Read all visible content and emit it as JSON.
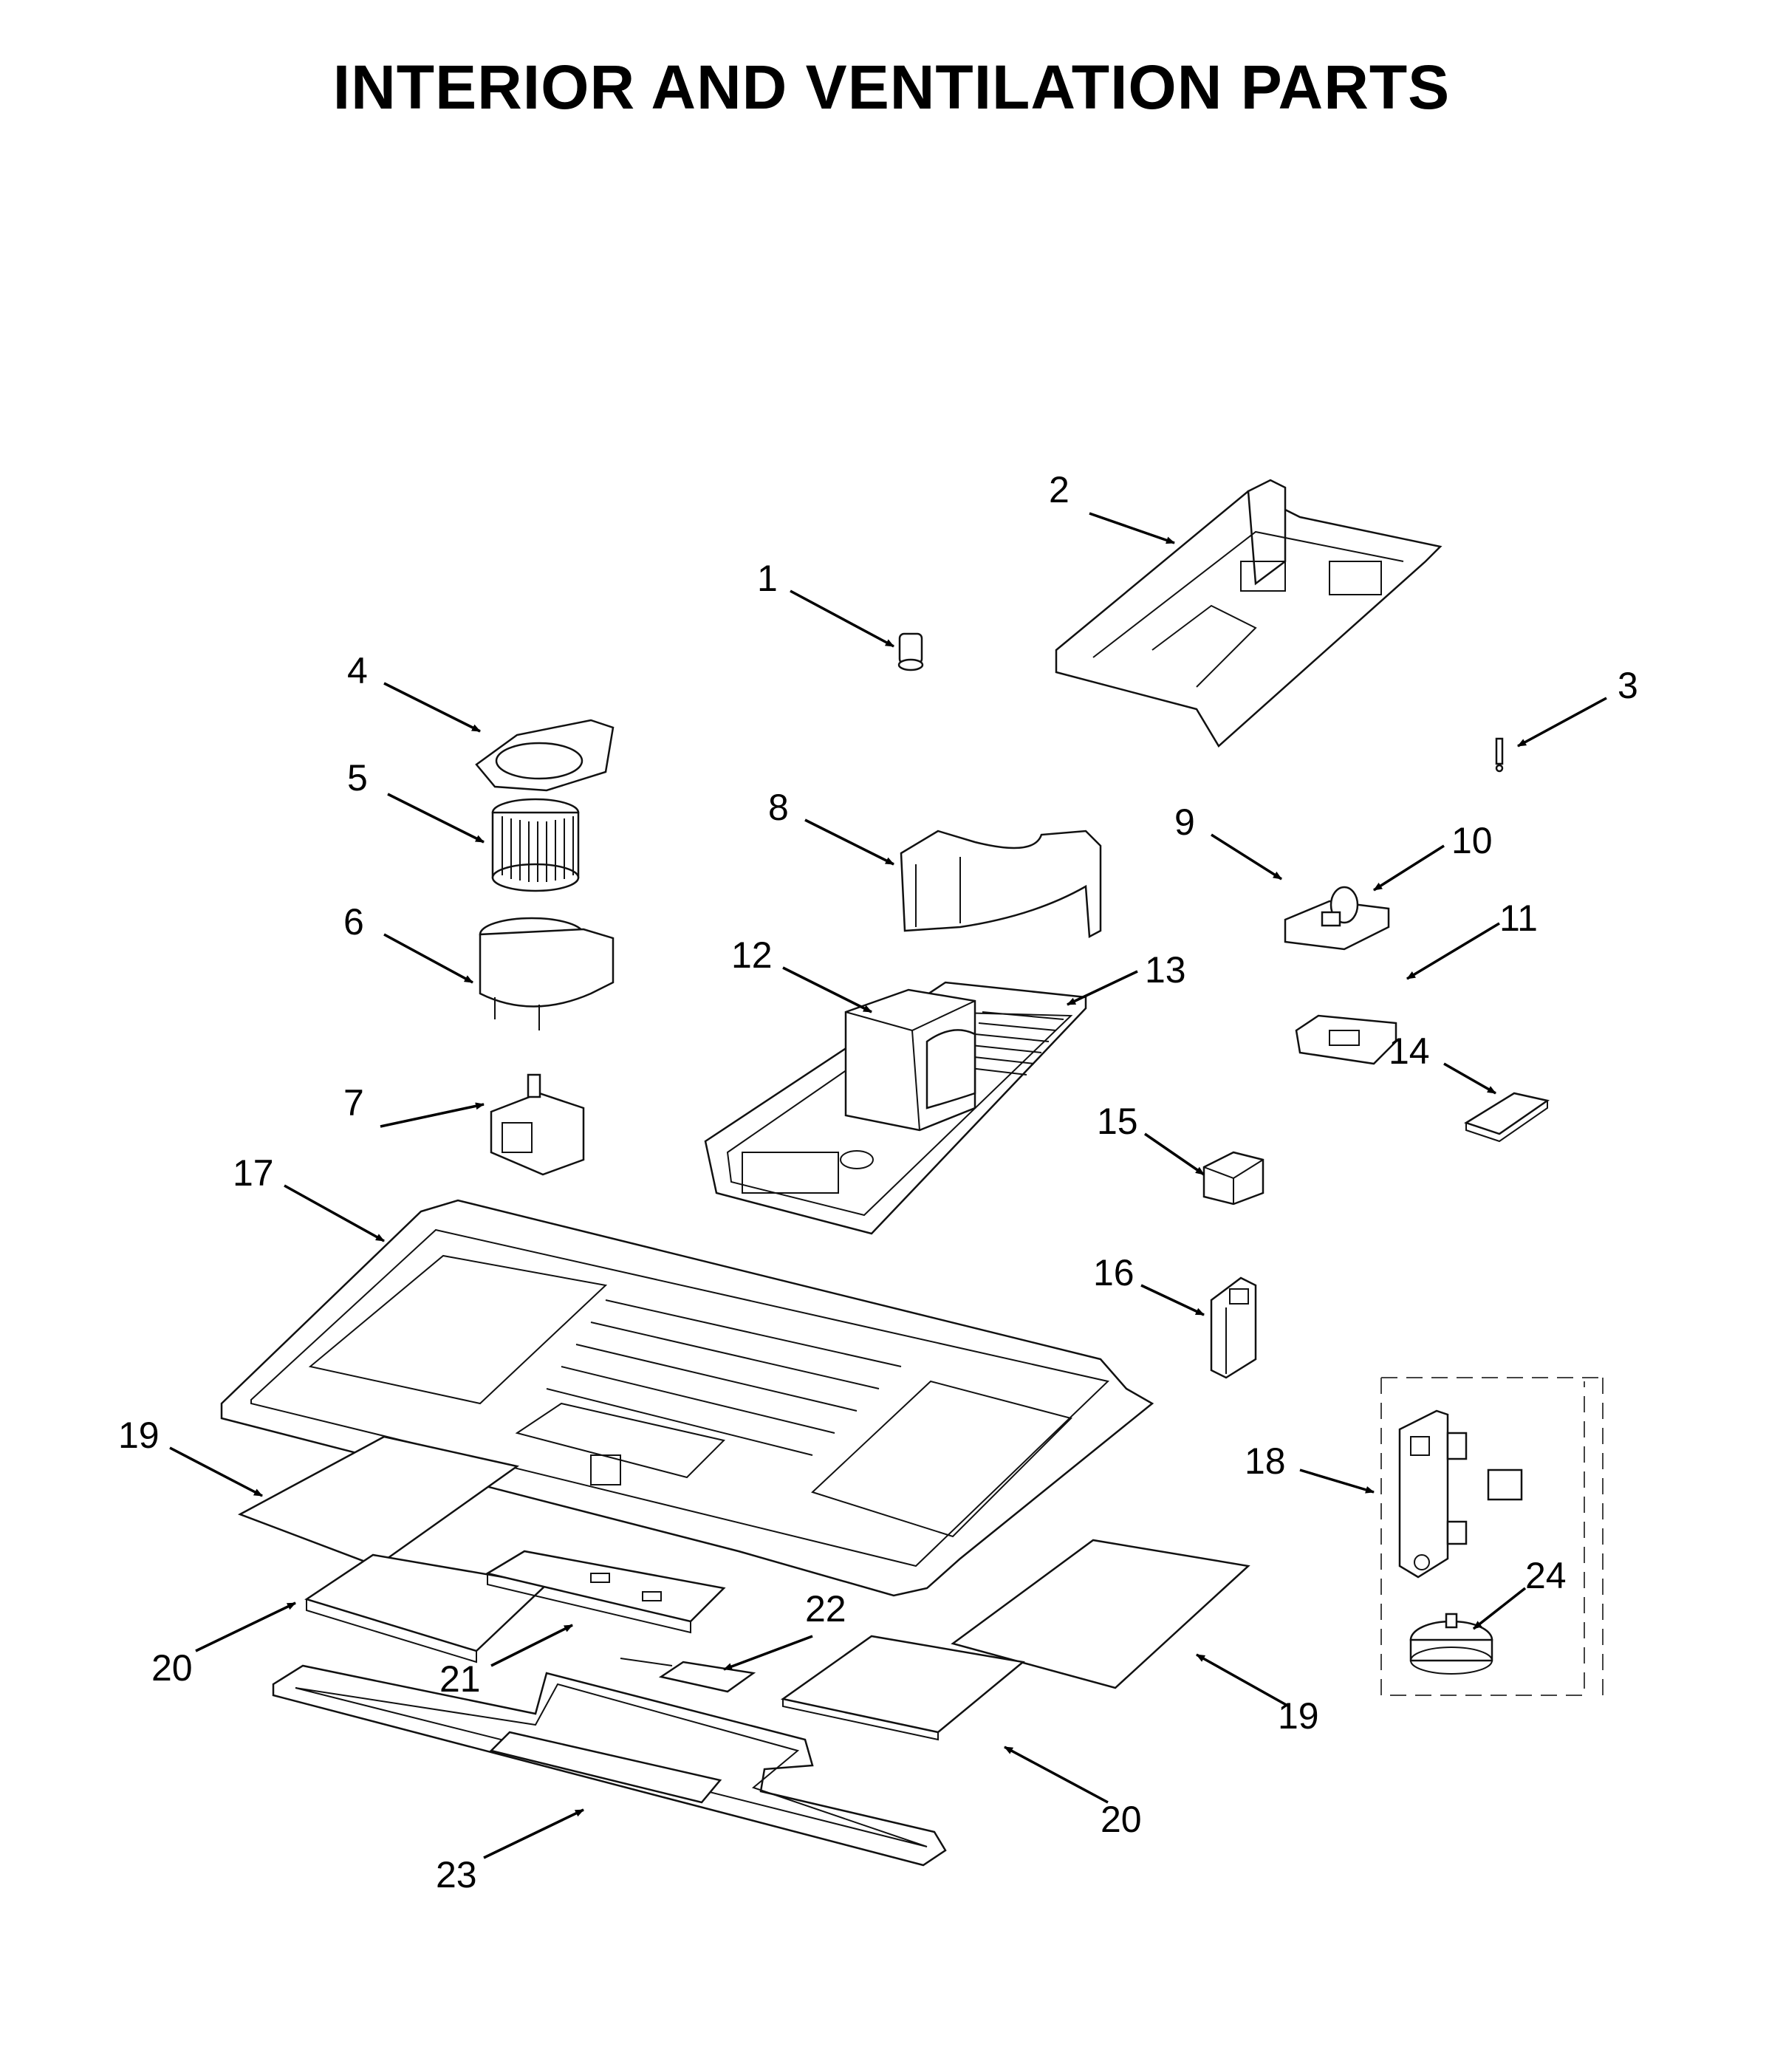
{
  "title": "INTERIOR AND VENTILATION PARTS",
  "callouts": [
    "1",
    "2",
    "3",
    "4",
    "5",
    "6",
    "7",
    "8",
    "9",
    "10",
    "11",
    "12",
    "13",
    "14",
    "15",
    "16",
    "17",
    "18",
    "19",
    "19",
    "20",
    "20",
    "21",
    "22",
    "23",
    "24"
  ]
}
